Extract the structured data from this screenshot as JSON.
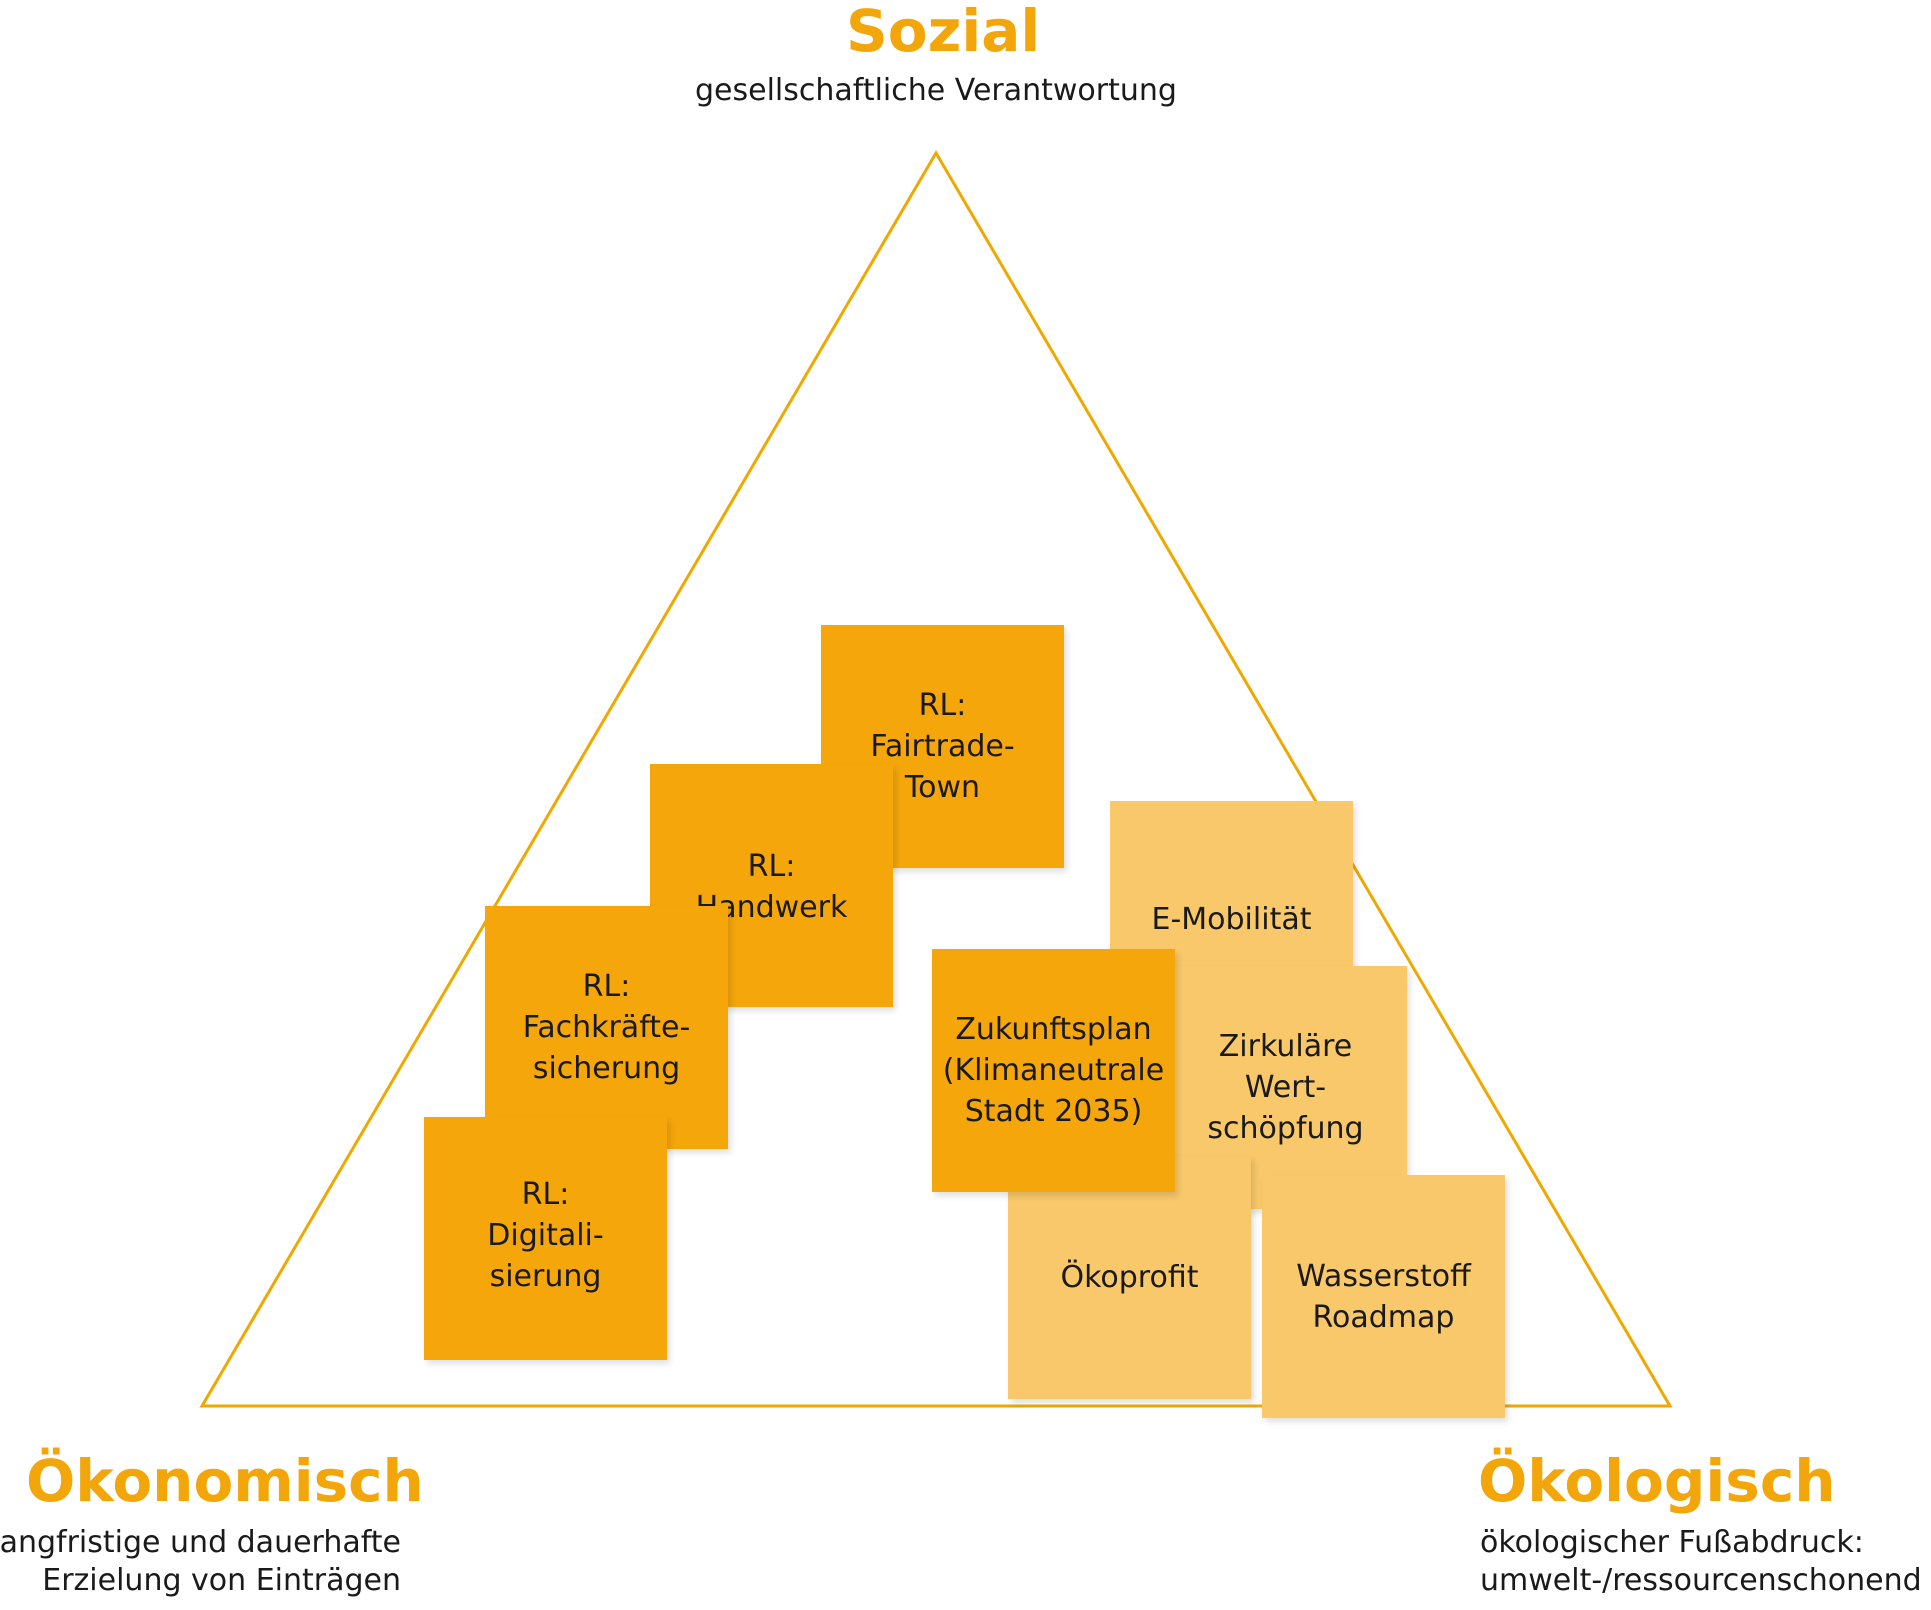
{
  "corners": {
    "top": {
      "title": "Sozial",
      "subtitle": "gesellschaftliche Verantwortung"
    },
    "left": {
      "title": "Ökonomisch",
      "subtitle_lines": [
        "langfristige und dauerhafte",
        "Erzielung von Einträgen"
      ]
    },
    "right": {
      "title": "Ökologisch",
      "subtitle_lines": [
        "ökologischer Fußabdruck:",
        "umwelt-/ressourcenschonend"
      ]
    }
  },
  "notes": {
    "fairtrade": "RL:\nFairtrade-\nTown",
    "handwerk": "RL:\nHandwerk",
    "fachkraefte": "RL:\nFachkräfte-\nsicherung",
    "digitalisierung": "RL:\nDigitali-\nsierung",
    "emobilitaet": "E-Mobilität",
    "zukunftsplan": "Zukunftsplan\n(Klimaneutrale\nStadt 2035)",
    "zirkulaere": "Zirkuläre\nWert-\nschöpfung",
    "oekoprofit": "Ökoprofit",
    "wasserstoff": "Wasserstoff\nRoadmap"
  },
  "colors": {
    "accent": "#f3a609",
    "note_dark": "#f4a60b",
    "note_light": "#f8c86a",
    "triangle_stroke": "#f0a800"
  }
}
